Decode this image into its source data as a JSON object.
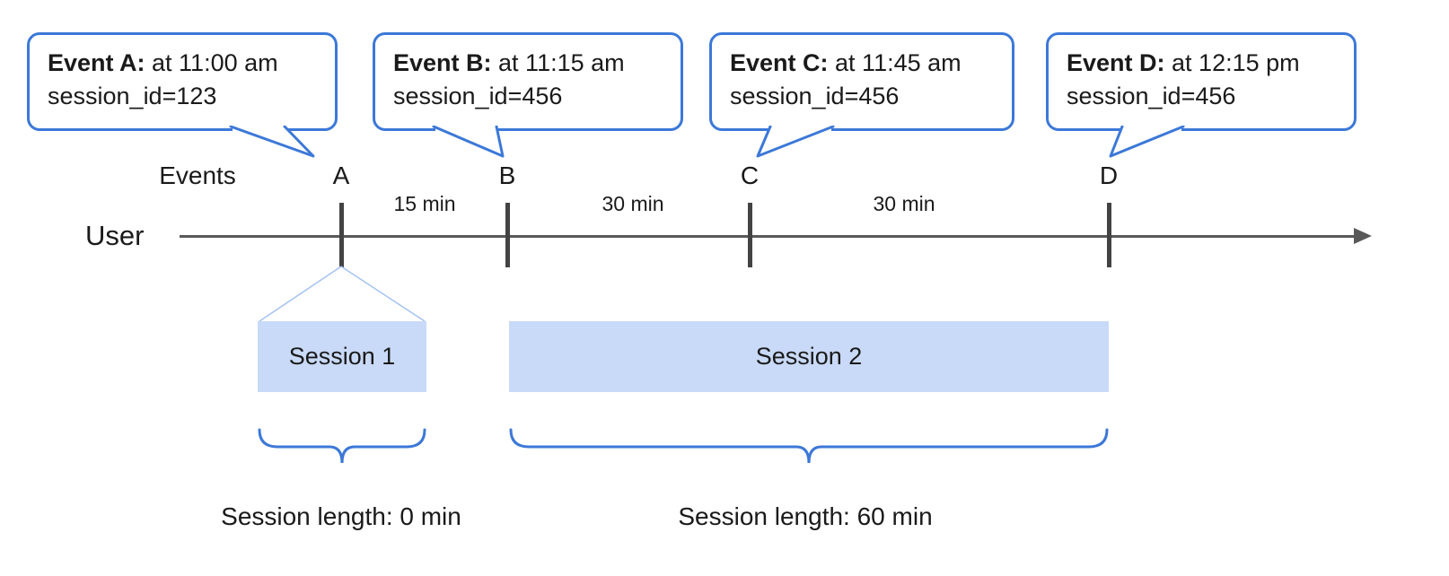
{
  "diagram": {
    "events_label": "Events",
    "user_label": "User"
  },
  "callouts": [
    {
      "letter": "A",
      "event": "Event A:",
      "time": " at 11:00 am",
      "session_id": "session_id=123"
    },
    {
      "letter": "B",
      "event": "Event B:",
      "time": " at 11:15 am",
      "session_id": "session_id=456"
    },
    {
      "letter": "C",
      "event": "Event C:",
      "time": " at 11:45 am",
      "session_id": "session_id=456"
    },
    {
      "letter": "D",
      "event": "Event D:",
      "time": " at 12:15 pm",
      "session_id": "session_id=456"
    }
  ],
  "intervals": [
    "15 min",
    "30 min",
    "30 min"
  ],
  "sessions": [
    {
      "label": "Session 1",
      "length": "Session length: 0 min"
    },
    {
      "label": "Session 2",
      "length": "Session length: 60 min"
    }
  ],
  "colors": {
    "accent_blue": "#3c78d8",
    "session_fill": "#c9daf8",
    "funnel_line": "#a4c2f4",
    "timeline_gray": "#595959",
    "tick_dark": "#434343"
  }
}
